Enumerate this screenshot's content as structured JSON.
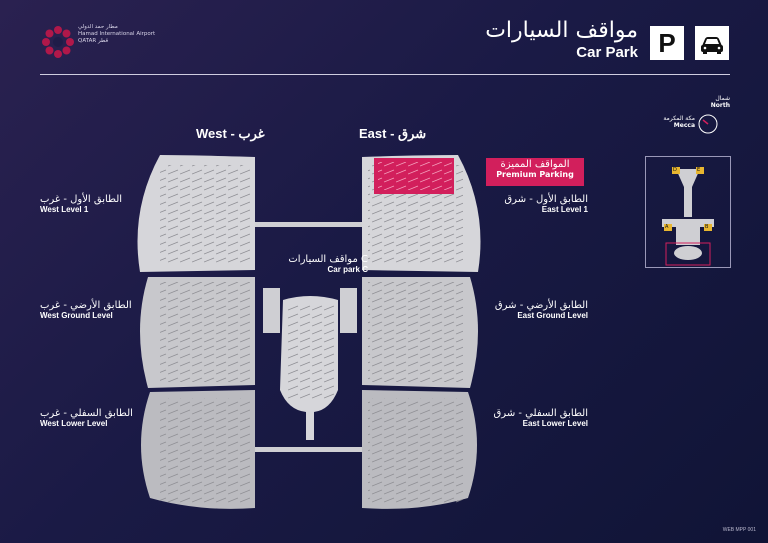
{
  "header": {
    "title_ar": "مواقف السيارات",
    "title_en": "Car Park",
    "parking_symbol": "P",
    "car_icon": "car-icon"
  },
  "logo": {
    "text_ar": "مطار حمد الدولي",
    "text_en_1": "Hamad International Airport",
    "text_en_2": "QATAR",
    "text_ar_2": "قطر"
  },
  "compass": {
    "north_ar": "شمال",
    "north_en": "North",
    "mecca_ar": "مكة المكرمة",
    "mecca_en": "Mecca"
  },
  "zones": {
    "west": {
      "ar": "غرب",
      "en": "West"
    },
    "east": {
      "ar": "شرق",
      "en": "East"
    }
  },
  "premium": {
    "ar": "المواقف المميزة",
    "en": "Premium Parking"
  },
  "levels": {
    "west_1": {
      "ar": "الطابق الأول - غرب",
      "en": "West Level 1"
    },
    "west_ground": {
      "ar": "الطابق الأرضي - غرب",
      "en": "West Ground Level"
    },
    "west_lower": {
      "ar": "الطابق السفلي - غرب",
      "en": "West Lower Level"
    },
    "east_1": {
      "ar": "الطابق الأول - شرق",
      "en": "East Level 1"
    },
    "east_ground": {
      "ar": "الطابق الأرضي - شرق",
      "en": "East Ground Level"
    },
    "east_lower": {
      "ar": "الطابق السفلي - شرق",
      "en": "East Lower Level"
    },
    "car_park_c": {
      "ar": "مواقف السيارات C",
      "en": "Car park C"
    }
  },
  "minimap": {
    "labels": [
      "D",
      "E",
      "A",
      "B"
    ]
  },
  "doc_code": "WEB MPP 001",
  "colors": {
    "background": "#1c1b48",
    "building": "#cfcfd3",
    "premium": "#d21f5c"
  }
}
